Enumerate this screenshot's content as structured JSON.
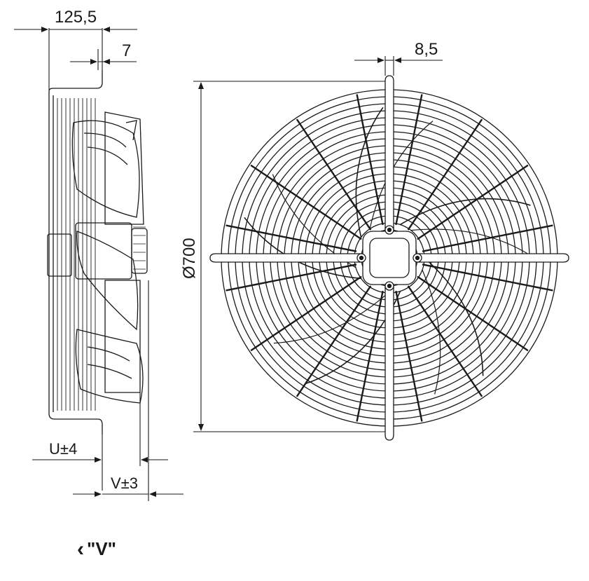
{
  "dimensions": {
    "overall_depth": "125,5",
    "flange_thickness": "7",
    "grille_wire": "8,5",
    "diameter": "Ø700",
    "dim_u": "U±4",
    "dim_v": "V±3"
  },
  "view_note": {
    "icon": "chevron-left-icon",
    "label": "\"V\""
  },
  "colors": {
    "line": "#1a1a1a",
    "background": "#ffffff"
  }
}
